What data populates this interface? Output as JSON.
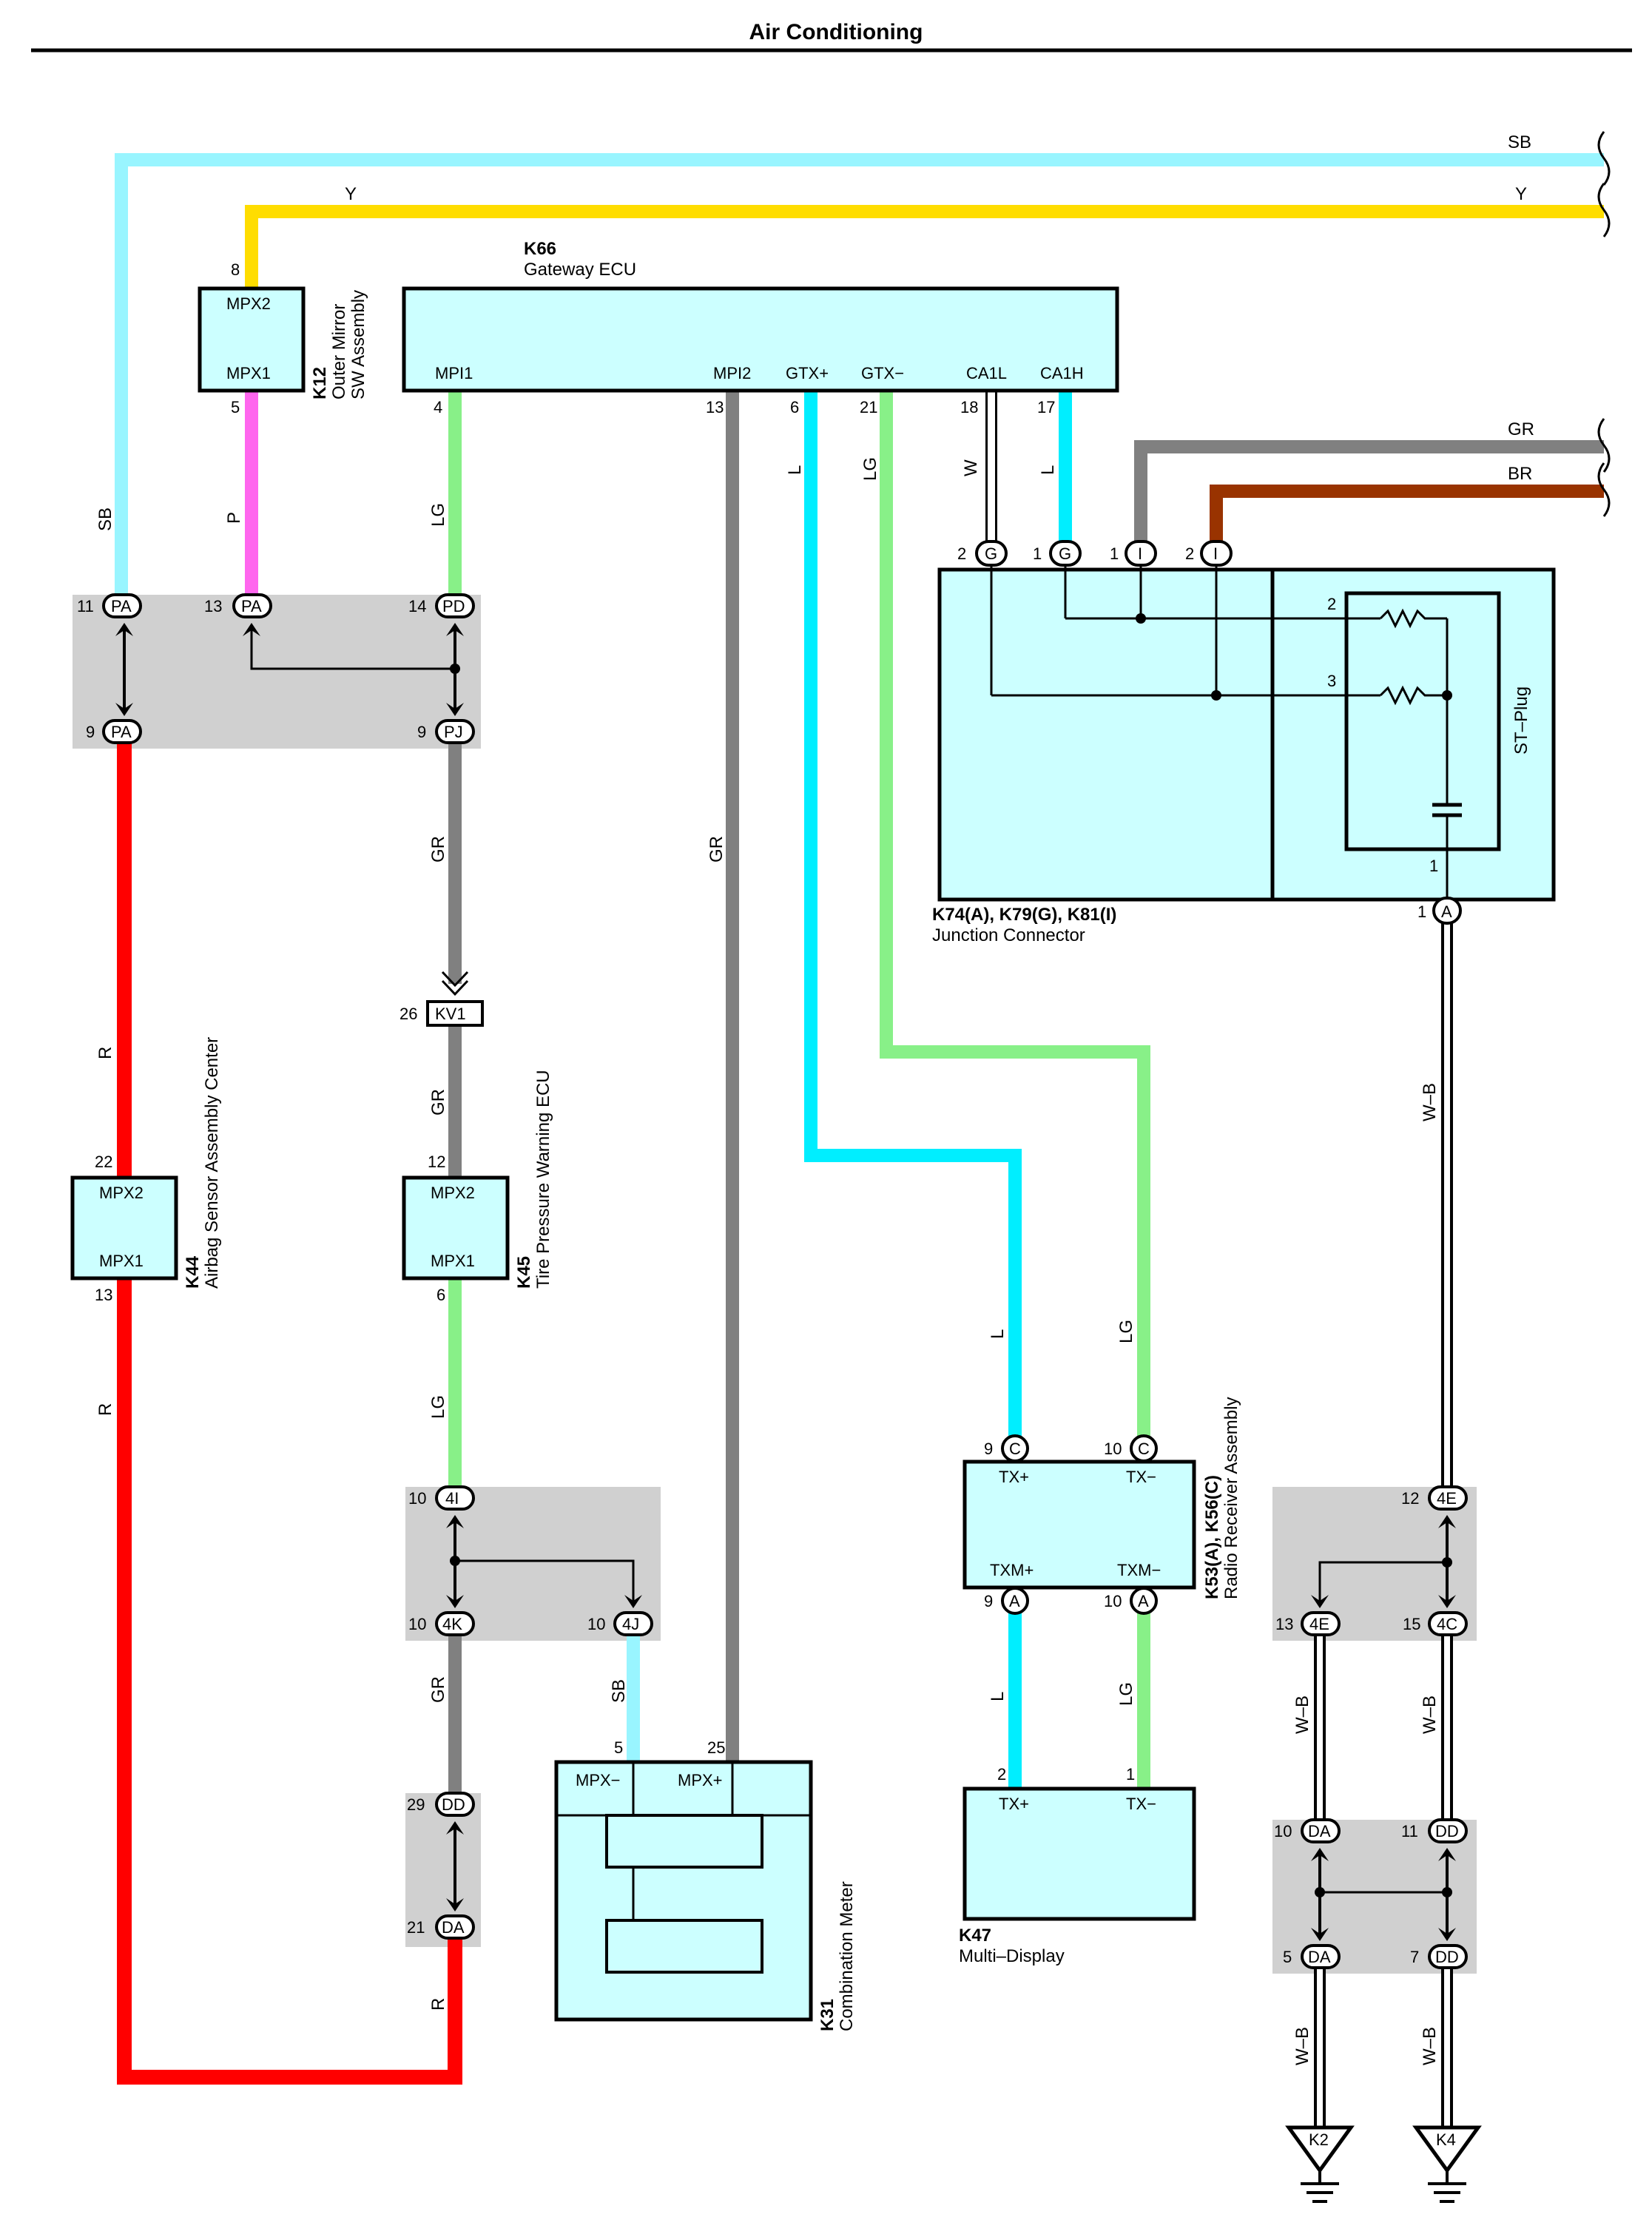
{
  "title": "Air Conditioning",
  "colors": {
    "SB": "#99f5ff",
    "Y": "#ffdd00",
    "P": "#ff66ee",
    "LG": "#88f088",
    "GR": "#808080",
    "L": "#00eeff",
    "R": "#ff0000",
    "BR": "#993300",
    "W": "#ffffff",
    "component_fill": "#ccffff",
    "junction_fill": "#d0d0d0"
  },
  "components": {
    "k66": {
      "code": "K66",
      "name": "Gateway ECU",
      "pins": [
        {
          "label": "MPI1",
          "num": "4"
        },
        {
          "label": "MPI2",
          "num": "13"
        },
        {
          "label": "GTX+",
          "num": "6"
        },
        {
          "label": "GTX−",
          "num": "21"
        },
        {
          "label": "CA1L",
          "num": "18"
        },
        {
          "label": "CA1H",
          "num": "17"
        }
      ]
    },
    "k12": {
      "code": "K12",
      "name_line1": "Outer Mirror",
      "name_line2": "SW Assembly",
      "mpx2": "MPX2",
      "mpx1": "MPX1",
      "pin_top": "8",
      "pin_bottom": "5"
    },
    "k44": {
      "code": "K44",
      "name": "Airbag Sensor Assembly Center",
      "mpx2": "MPX2",
      "mpx1": "MPX1",
      "pin_top": "22",
      "pin_bottom": "13"
    },
    "k45": {
      "code": "K45",
      "name": "Tire Pressure Warning ECU",
      "mpx2": "MPX2",
      "mpx1": "MPX1",
      "pin_top": "12",
      "pin_bottom": "6"
    },
    "k31": {
      "code": "K31",
      "name": "Combination Meter",
      "mpx_minus": "MPX−",
      "mpx_plus": "MPX+",
      "pin_minus": "5",
      "pin_plus": "25"
    },
    "k53": {
      "code": "K53(A), K56(C)",
      "name": "Radio Receiver Assembly",
      "tx_plus": "TX+",
      "tx_minus": "TX−",
      "txm_plus": "TXM+",
      "txm_minus": "TXM−"
    },
    "k47": {
      "code": "K47",
      "name": "Multi–Display",
      "tx_plus": "TX+",
      "tx_minus": "TX−",
      "pin_plus": "2",
      "pin_minus": "1"
    },
    "k74": {
      "code": "K74(A), K79(G), K81(I)",
      "name": "Junction Connector",
      "st_plug": "ST–Plug"
    },
    "kv1": {
      "code": "KV1",
      "pin": "26"
    },
    "k2": {
      "code": "K2"
    },
    "k4": {
      "code": "K4"
    }
  },
  "connectors": {
    "pa11": {
      "code": "PA",
      "pin": "11"
    },
    "pa13": {
      "code": "PA",
      "pin": "13"
    },
    "pd14": {
      "code": "PD",
      "pin": "14"
    },
    "pa9": {
      "code": "PA",
      "pin": "9"
    },
    "pj9": {
      "code": "PJ",
      "pin": "9"
    },
    "g2": {
      "code": "G",
      "pin": "2"
    },
    "g1": {
      "code": "G",
      "pin": "1"
    },
    "i1": {
      "code": "I",
      "pin": "1"
    },
    "i2": {
      "code": "I",
      "pin": "2"
    },
    "a1": {
      "code": "A",
      "pin": "1"
    },
    "res2": {
      "pin": "2"
    },
    "res3": {
      "pin": "3"
    },
    "cap1": {
      "pin": "1"
    },
    "c9": {
      "code": "C",
      "pin": "9"
    },
    "c10": {
      "code": "C",
      "pin": "10"
    },
    "a9": {
      "code": "A",
      "pin": "9"
    },
    "a10": {
      "code": "A",
      "pin": "10"
    },
    "j4i": {
      "code": "4I",
      "pin": "10"
    },
    "j4k": {
      "code": "4K",
      "pin": "10"
    },
    "j4j": {
      "code": "4J",
      "pin": "10"
    },
    "dd29": {
      "code": "DD",
      "pin": "29"
    },
    "da21": {
      "code": "DA",
      "pin": "21"
    },
    "e12": {
      "code": "4E",
      "pin": "12"
    },
    "e13": {
      "code": "4E",
      "pin": "13"
    },
    "c15": {
      "code": "4C",
      "pin": "15"
    },
    "da10": {
      "code": "DA",
      "pin": "10"
    },
    "dd11": {
      "code": "DD",
      "pin": "11"
    },
    "da5": {
      "code": "DA",
      "pin": "5"
    },
    "dd7": {
      "code": "DD",
      "pin": "7"
    }
  },
  "wire_labels": {
    "sb": "SB",
    "y": "Y",
    "p": "P",
    "lg": "LG",
    "gr": "GR",
    "l": "L",
    "w": "W",
    "r": "R",
    "br": "BR",
    "wb": "W–B"
  }
}
